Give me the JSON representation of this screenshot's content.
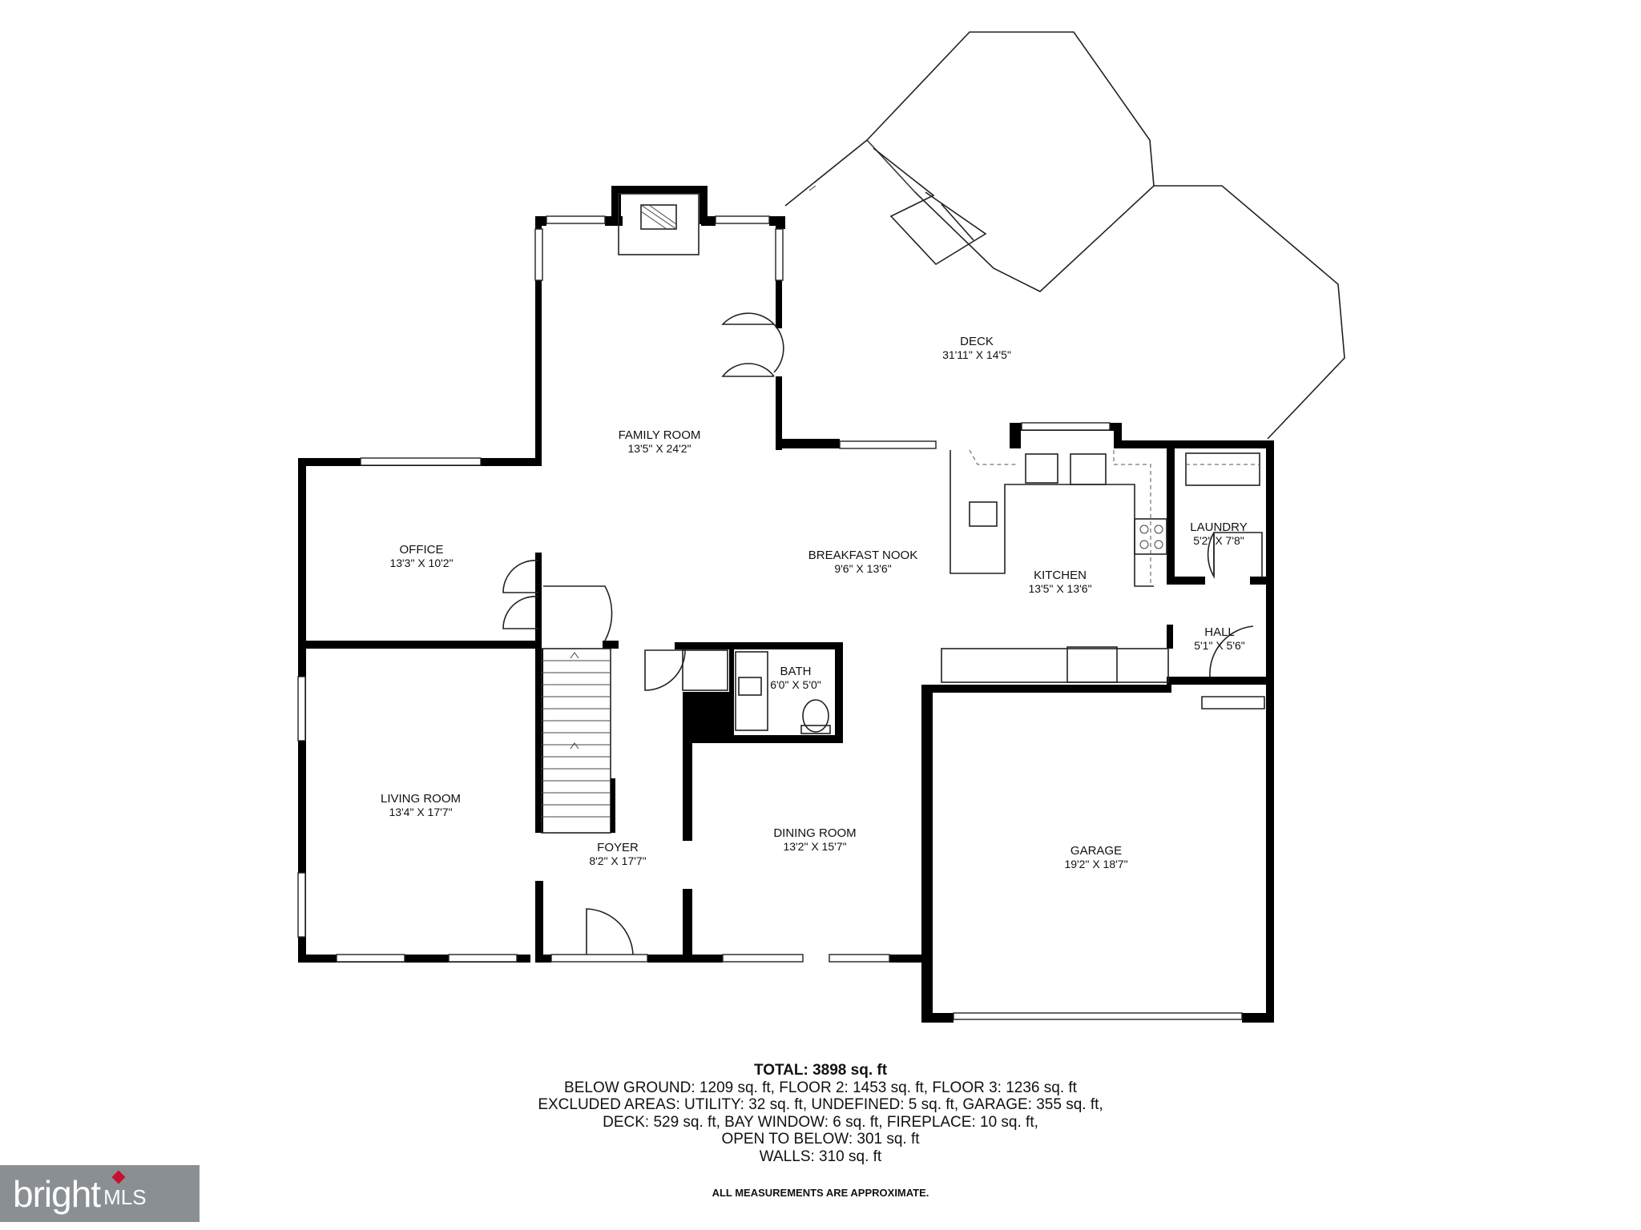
{
  "rooms": {
    "deck": {
      "name": "DECK",
      "dim": "31'11\" X 14'5\""
    },
    "family_room": {
      "name": "FAMILY ROOM",
      "dim": "13'5\" X 24'2\""
    },
    "office": {
      "name": "OFFICE",
      "dim": "13'3\" X 10'2\""
    },
    "breakfast_nook": {
      "name": "BREAKFAST NOOK",
      "dim": "9'6\" X 13'6\""
    },
    "kitchen": {
      "name": "KITCHEN",
      "dim": "13'5\" X 13'6\""
    },
    "laundry": {
      "name": "LAUNDRY",
      "dim": "5'2\" X 7'8\""
    },
    "hall": {
      "name": "HALL",
      "dim": "5'1\" X 5'6\""
    },
    "bath": {
      "name": "BATH",
      "dim": "6'0\" X 5'0\""
    },
    "living_room": {
      "name": "LIVING ROOM",
      "dim": "13'4\" X 17'7\""
    },
    "foyer": {
      "name": "FOYER",
      "dim": "8'2\" X 17'7\""
    },
    "dining_room": {
      "name": "DINING ROOM",
      "dim": "13'2\" X 15'7\""
    },
    "garage": {
      "name": "GARAGE",
      "dim": "19'2\" X 18'7\""
    }
  },
  "totals": {
    "total": "TOTAL: 3898 sq. ft",
    "line1": "BELOW GROUND: 1209 sq. ft, FLOOR 2: 1453 sq. ft, FLOOR 3: 1236 sq. ft",
    "line2": "EXCLUDED AREAS: UTILITY: 32 sq. ft, UNDEFINED: 5 sq. ft, GARAGE: 355 sq. ft,",
    "line3": "DECK: 529 sq. ft, BAY WINDOW: 6 sq. ft, FIREPLACE: 10 sq. ft,",
    "line4": "OPEN TO BELOW: 301 sq. ft",
    "line5": "WALLS: 310 sq. ft"
  },
  "disclaimer": "ALL MEASUREMENTS ARE APPROXIMATE.",
  "logo": {
    "word": "bright",
    "suffix": "MLS",
    "accent_color": "#c8102e",
    "bg_color": "#8a8f94"
  }
}
